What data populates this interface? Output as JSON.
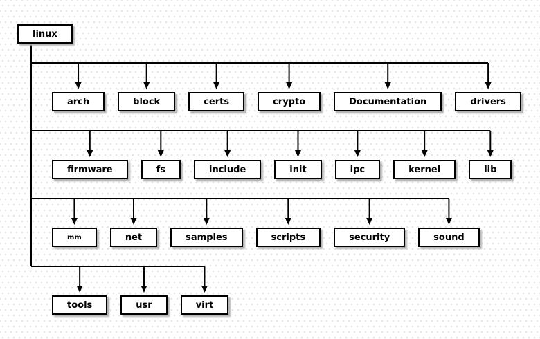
{
  "colors": {
    "background": "#ffffff",
    "grid_dot": "#e3e3e3",
    "node_fill": "#ffffff",
    "node_border": "#000000",
    "connector": "#000000",
    "shadow": "#b3b3b3",
    "text": "#000000"
  },
  "tree": {
    "root": {
      "label": "linux"
    },
    "rows": [
      {
        "children": [
          {
            "label": "arch"
          },
          {
            "label": "block"
          },
          {
            "label": "certs"
          },
          {
            "label": "crypto"
          },
          {
            "label": "Documentation"
          },
          {
            "label": "drivers"
          }
        ]
      },
      {
        "children": [
          {
            "label": "firmware"
          },
          {
            "label": "fs"
          },
          {
            "label": "include"
          },
          {
            "label": "init"
          },
          {
            "label": "ipc"
          },
          {
            "label": "kernel"
          },
          {
            "label": "lib"
          }
        ]
      },
      {
        "children": [
          {
            "label": "mm",
            "small": true
          },
          {
            "label": "net"
          },
          {
            "label": "samples"
          },
          {
            "label": "scripts"
          },
          {
            "label": "security"
          },
          {
            "label": "sound"
          }
        ]
      },
      {
        "children": [
          {
            "label": "tools"
          },
          {
            "label": "usr"
          },
          {
            "label": "virt"
          }
        ]
      }
    ]
  }
}
